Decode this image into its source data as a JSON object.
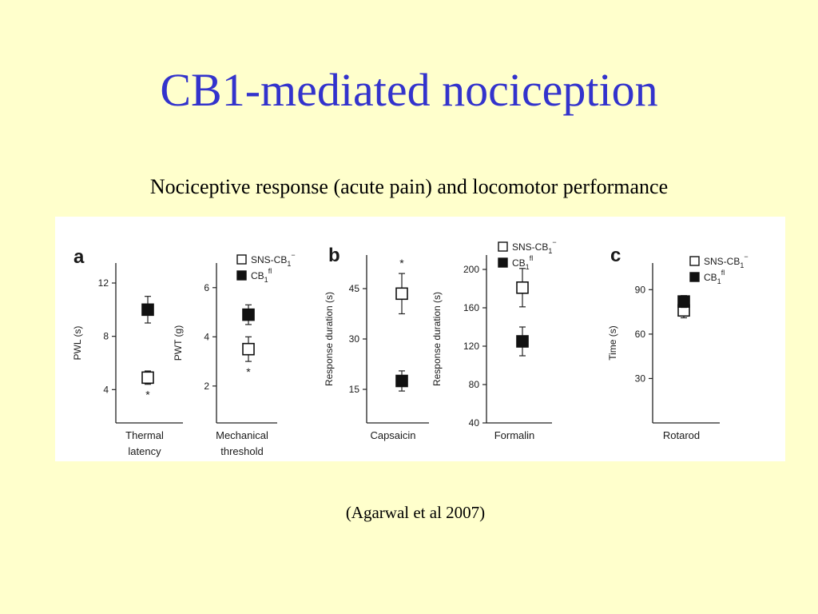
{
  "slide": {
    "title": "CB1-mediated nociception",
    "subtitle": "Nociceptive response (acute pain) and locomotor performance",
    "citation": "(Agarwal et al 2007)"
  },
  "colors": {
    "background": "#ffffcc",
    "title": "#3333cc",
    "figure_background": "#ffffff",
    "marker_filled": "#111111",
    "marker_open": "#ffffff"
  },
  "chart_data": [
    {
      "type": "scatter",
      "panel_label": "a",
      "xlabel": "Thermal latency",
      "ylabel": "PWL (s)",
      "yticks": [
        4,
        8,
        12
      ],
      "ylim": [
        1.5,
        13.5
      ],
      "significance": "*",
      "series": [
        {
          "legend_key": "sns",
          "style": "open",
          "value": 4.9,
          "err": 0.5
        },
        {
          "legend_key": "fl",
          "style": "filled",
          "value": 10.0,
          "err": 1.0
        }
      ]
    },
    {
      "type": "scatter",
      "xlabel": "Mechanical threshold",
      "ylabel": "PWT (g)",
      "yticks": [
        2,
        4,
        6
      ],
      "ylim": [
        0.5,
        7.0
      ],
      "significance": "*",
      "legend": [
        "SNS-CB",
        "CB"
      ],
      "legend_sub": "1",
      "legend_sup": [
        "−",
        "fl"
      ],
      "series": [
        {
          "legend_key": "sns",
          "style": "open",
          "value": 3.5,
          "err": 0.5
        },
        {
          "legend_key": "fl",
          "style": "filled",
          "value": 4.9,
          "err": 0.4
        }
      ]
    },
    {
      "type": "scatter",
      "panel_label": "b",
      "xlabel": "Capsaicin",
      "ylabel": "Response duration (s)",
      "yticks": [
        15,
        30,
        45
      ],
      "ylim": [
        5,
        55
      ],
      "significance": "*",
      "series": [
        {
          "legend_key": "sns",
          "style": "open",
          "value": 43.5,
          "err": 6
        },
        {
          "legend_key": "fl",
          "style": "filled",
          "value": 17.5,
          "err": 3
        }
      ]
    },
    {
      "type": "scatter",
      "xlabel": "Formalin",
      "ylabel": "Response duration (s)",
      "yticks": [
        40,
        80,
        120,
        160,
        200
      ],
      "ylim": [
        40,
        215
      ],
      "legend": [
        "SNS-CB",
        "CB"
      ],
      "legend_sub": "1",
      "legend_sup": [
        "−",
        "fl"
      ],
      "series": [
        {
          "legend_key": "sns",
          "style": "open",
          "value": 181,
          "err": 20
        },
        {
          "legend_key": "fl",
          "style": "filled",
          "value": 125,
          "err": 15
        }
      ]
    },
    {
      "type": "scatter",
      "panel_label": "c",
      "xlabel": "Rotarod",
      "ylabel": "Time (s)",
      "yticks": [
        30,
        60,
        90
      ],
      "ylim": [
        0,
        108
      ],
      "legend": [
        "SNS-CB",
        "CB"
      ],
      "legend_sub": "1",
      "legend_sup": [
        "−",
        "fl"
      ],
      "series": [
        {
          "legend_key": "sns",
          "style": "open",
          "value": 76,
          "err": 5
        },
        {
          "legend_key": "fl",
          "style": "filled",
          "value": 82,
          "err": 4
        }
      ]
    }
  ]
}
